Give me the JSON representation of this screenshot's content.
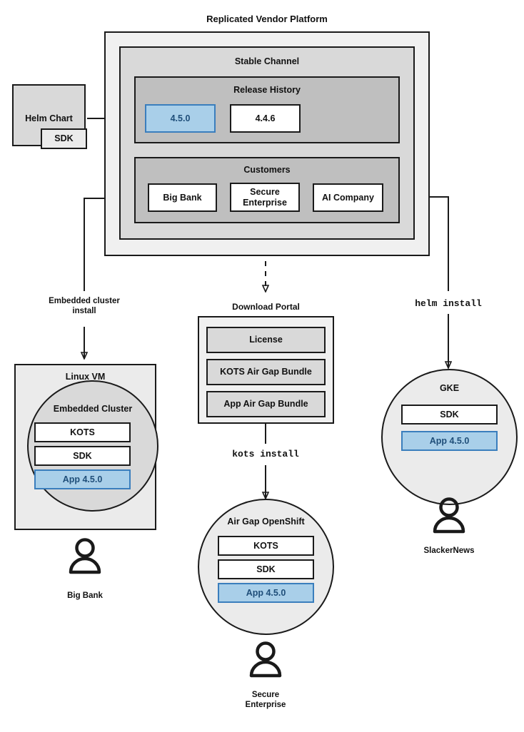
{
  "diagram": {
    "title": "Replicated Vendor Platform",
    "platform": {
      "title": "Replicated Vendor Platform",
      "channel": {
        "title": "Stable Channel",
        "release_history": {
          "title": "Release History",
          "releases": [
            {
              "version": "4.5.0",
              "state": "current"
            },
            {
              "version": "4.4.6",
              "state": "previous"
            }
          ]
        },
        "customers": {
          "title": "Customers",
          "items": [
            {
              "name": "Big Bank"
            },
            {
              "name": "Secure\nEnterprise"
            },
            {
              "name": "AI Company"
            }
          ]
        }
      }
    },
    "source": {
      "title": "Helm Chart",
      "sub": "SDK"
    },
    "download_portal": {
      "title": "Download Portal",
      "artifacts": [
        "License",
        "KOTS Air Gap Bundle",
        "App Air Gap Bundle"
      ]
    },
    "edges": [
      {
        "label": "Embedded cluster\ninstall",
        "style": "solid"
      },
      {
        "label": "kots install",
        "style": "mono"
      },
      {
        "label": "helm install",
        "style": "mono"
      }
    ],
    "targets": [
      {
        "host": "Linux VM",
        "cluster": "Embedded Cluster",
        "components": [
          {
            "name": "KOTS",
            "highlight": false
          },
          {
            "name": "SDK",
            "highlight": false
          },
          {
            "name": "App 4.5.0",
            "highlight": true
          }
        ],
        "user": "Big Bank"
      },
      {
        "host": "Air Gap OpenShift",
        "components": [
          {
            "name": "KOTS",
            "highlight": false
          },
          {
            "name": "SDK",
            "highlight": false
          },
          {
            "name": "App 4.5.0",
            "highlight": true
          }
        ],
        "user": "Secure\nEnterprise"
      },
      {
        "host": "GKE",
        "components": [
          {
            "name": "SDK",
            "highlight": false
          },
          {
            "name": "App 4.5.0",
            "highlight": true
          }
        ],
        "user": "SlackerNews"
      }
    ],
    "colors": {
      "stroke": "#1a1a1a",
      "highlight_fill": "#a9cfe9",
      "highlight_border": "#3a7ebd",
      "highlight_text": "#1f4e79",
      "level1": "#f0f0f0",
      "level2": "#d9d9d9",
      "level3": "#bfbfbf"
    }
  }
}
